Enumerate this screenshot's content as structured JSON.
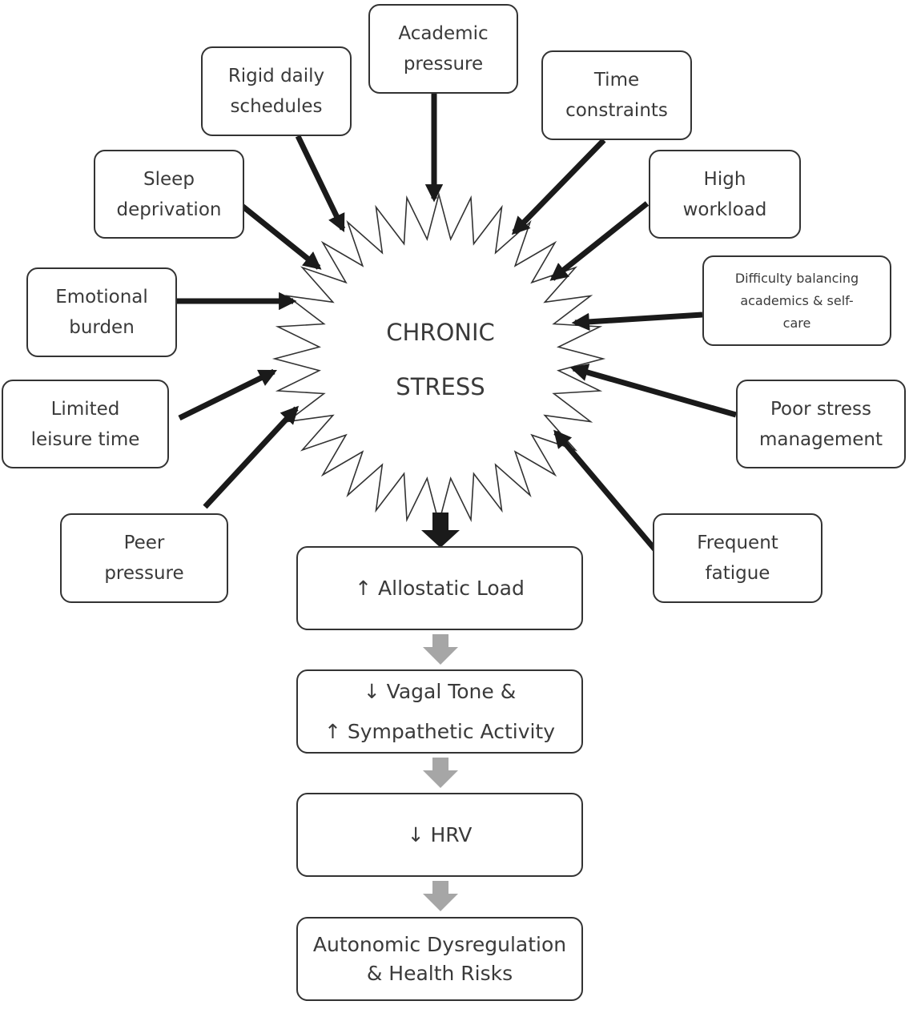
{
  "center": {
    "line1": "CHRONIC",
    "line2": "STRESS"
  },
  "factors": [
    {
      "id": "academic-pressure",
      "label": "Academic\npressure"
    },
    {
      "id": "rigid-daily-schedules",
      "label": "Rigid daily\nschedules"
    },
    {
      "id": "time-constraints",
      "label": "Time\nconstraints"
    },
    {
      "id": "sleep-deprivation",
      "label": "Sleep\ndeprivation"
    },
    {
      "id": "high-workload",
      "label": "High\nworkload"
    },
    {
      "id": "emotional-burden",
      "label": "Emotional\nburden"
    },
    {
      "id": "difficulty-balancing",
      "label": "Difficulty balancing\nacademics & self-\ncare"
    },
    {
      "id": "limited-leisure-time",
      "label": "Limited\nleisure time"
    },
    {
      "id": "poor-stress-management",
      "label": "Poor stress\nmanagement"
    },
    {
      "id": "peer-pressure",
      "label": "Peer\npressure"
    },
    {
      "id": "frequent-fatigue",
      "label": "Frequent\nfatigue"
    }
  ],
  "flow": [
    {
      "id": "allostatic-load",
      "label": "↑ Allostatic Load"
    },
    {
      "id": "vagal-sympathetic",
      "label": "↓ Vagal Tone &\n↑ Sympathetic Activity"
    },
    {
      "id": "hrv",
      "label": "↓ HRV"
    },
    {
      "id": "autonomic-dysregulation",
      "label": "Autonomic Dysregulation\n& Health Risks"
    }
  ],
  "colors": {
    "dark_arrow": "#1a1a1a",
    "gray_arrow": "#a6a6a6",
    "outline": "#333333"
  }
}
